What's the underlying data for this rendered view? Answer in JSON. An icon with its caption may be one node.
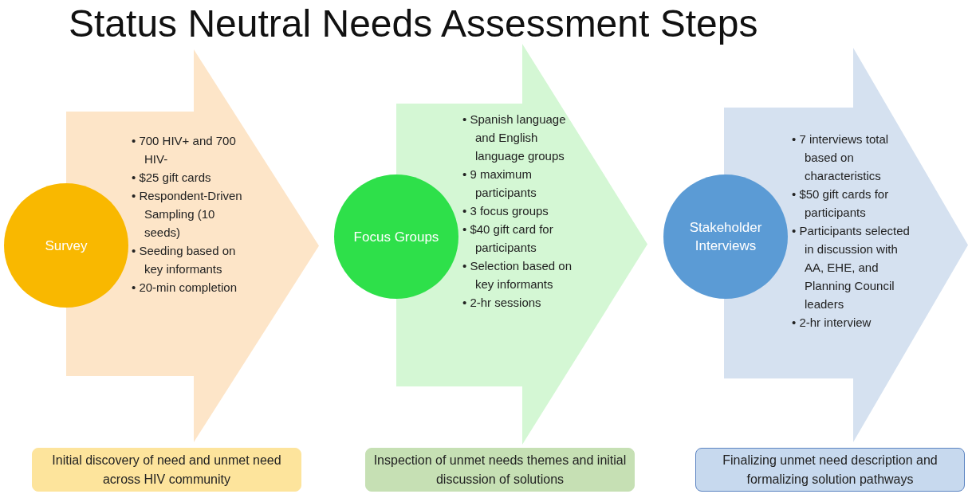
{
  "diagram": {
    "title": "Status Neutral Needs Assessment Steps",
    "nodes": [
      {
        "text": [
          "• 700 HIV+ and 700 HIV-",
          "• $25 gift cards",
          "• Respondent-Driven Sampling (10 seeds)",
          "• Seeding based on key informants",
          "• 20-min completion"
        ]
      },
      {
        "text": [
          "Survey"
        ]
      },
      {
        "text": [
          "• Spanish language and English language groups",
          "• 9 maximum participants",
          "• 3 focus groups",
          "• $40 gift card for participants",
          "• Selection based on key informants",
          "• 2-hr sessions"
        ]
      },
      {
        "text": [
          "Focus Groups"
        ]
      },
      {
        "text": [
          "• 7 interviews total based on characteristics",
          "• $50 gift cards for participants",
          "• Participants selected in discussion with AA, EHE, and Planning Council leaders",
          "• 2-hr interview"
        ]
      },
      {
        "text": [
          "Stakeholder Interviews"
        ]
      },
      {
        "text": [
          "Initial discovery of need and unmet need across HIV community"
        ]
      },
      {
        "text": [
          "Inspection of unmet needs themes and initial discussion of solutions"
        ]
      },
      {
        "text": [
          "Finalizing unmet need description and formalizing solution pathways"
        ]
      }
    ]
  }
}
